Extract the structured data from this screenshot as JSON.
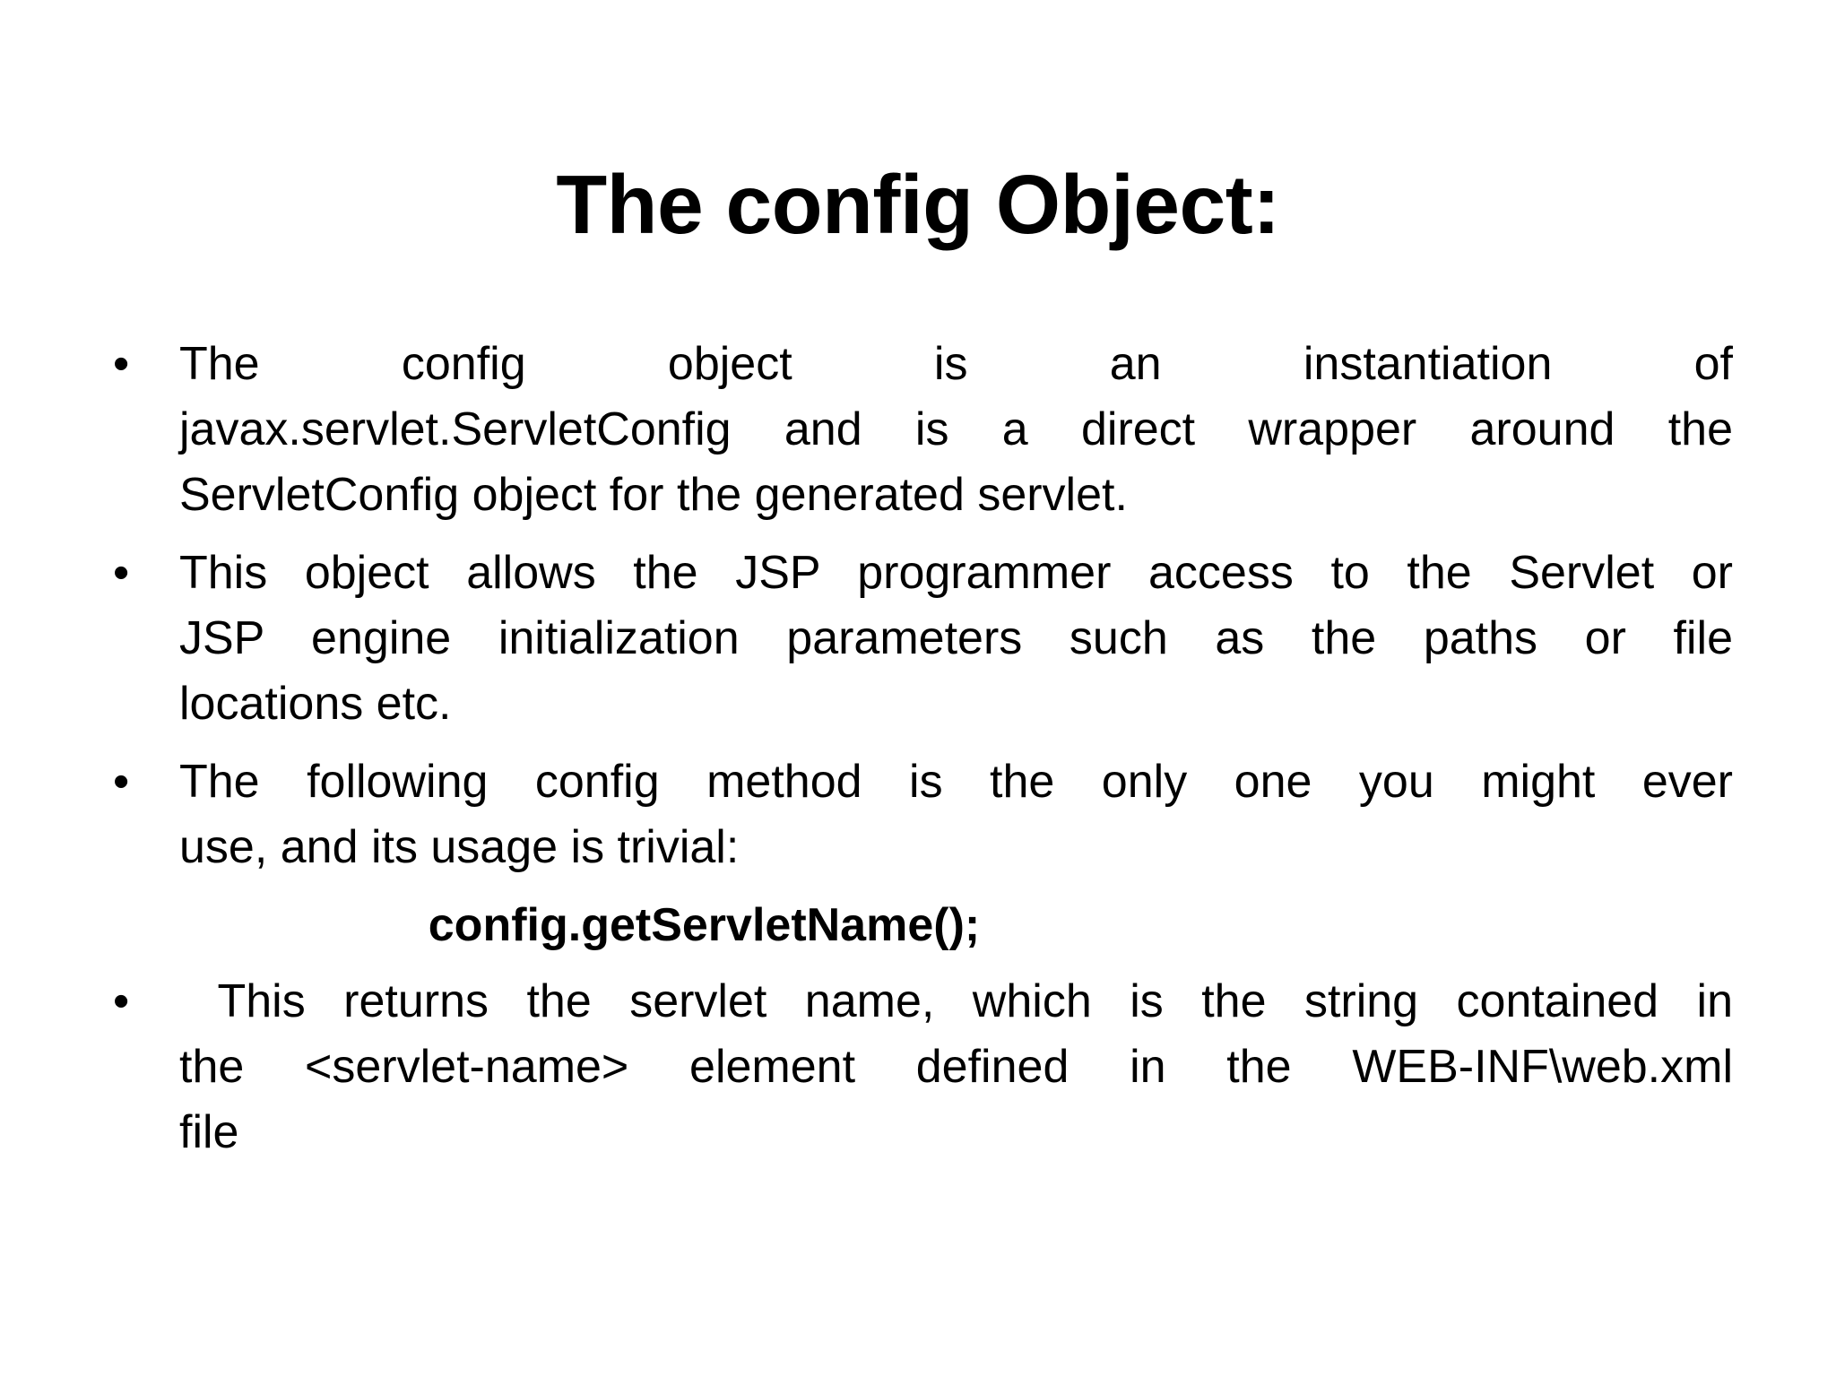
{
  "slide": {
    "title": "The config Object:",
    "bullet_marker": "•",
    "bullets": [
      {
        "id": "bullet-config-instantiation",
        "lines": [
          "The config object is an instantiation of",
          "javax.servlet.ServletConfig and is a direct wrapper around the",
          "ServletConfig object for the generated servlet."
        ],
        "text": "The config object is an instantiation of javax.servlet.ServletConfig and is a direct wrapper around the ServletConfig object for the generated servlet."
      },
      {
        "id": "bullet-init-parameters",
        "lines": [
          "This object allows the JSP programmer access to the Servlet or",
          "JSP engine initialization parameters such as the paths or file",
          "locations etc."
        ],
        "text": "This object allows the JSP programmer access to the Servlet or JSP engine initialization parameters such as the paths or file locations etc."
      },
      {
        "id": "bullet-config-method",
        "lines": [
          "The following config method is the only one you might ever",
          "use, and its usage is trivial:"
        ],
        "text": "The following config method is the only one you might ever use, and its usage is trivial:"
      },
      {
        "id": "bullet-servlet-name-return",
        "lines": [
          " This returns the servlet name, which is the string contained in",
          "the <servlet-name> element defined in the WEB-INF\\web.xml",
          "file"
        ],
        "text": " This returns the servlet name, which is the string contained in the <servlet-name> element defined in the WEB-INF\\web.xml file"
      }
    ],
    "code_snippet": "config.getServletName();"
  },
  "colors": {
    "background": "#ffffff",
    "text": "#000000"
  }
}
